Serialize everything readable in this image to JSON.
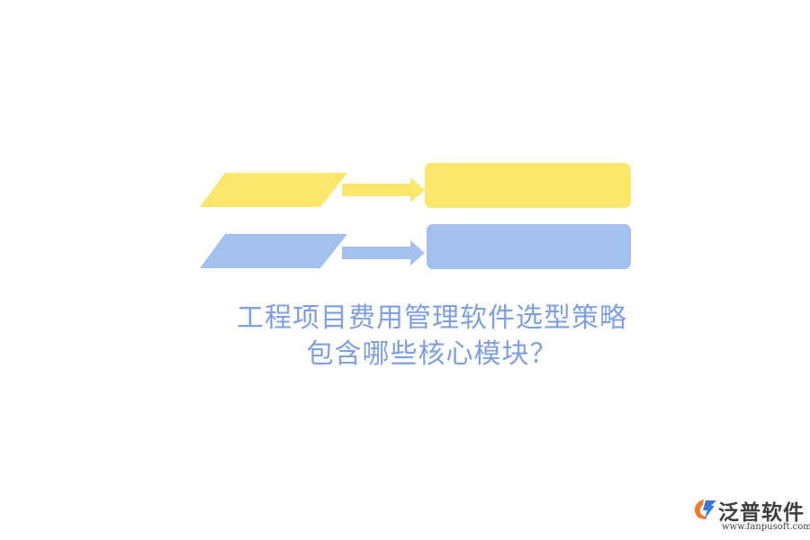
{
  "title": {
    "line1": "工程项目费用管理软件选型策略",
    "line2": "包含哪些核心模块？"
  },
  "colors": {
    "yellow": "#fde66c",
    "blue": "#a3c1ef",
    "title": "#7da0e3",
    "logo_orange": "#f07a2a",
    "logo_blue": "#3b79d6"
  },
  "logo": {
    "name": "泛普软件",
    "url": "www.fanpusoft.com",
    "icon": "fanpu-logo-icon"
  }
}
